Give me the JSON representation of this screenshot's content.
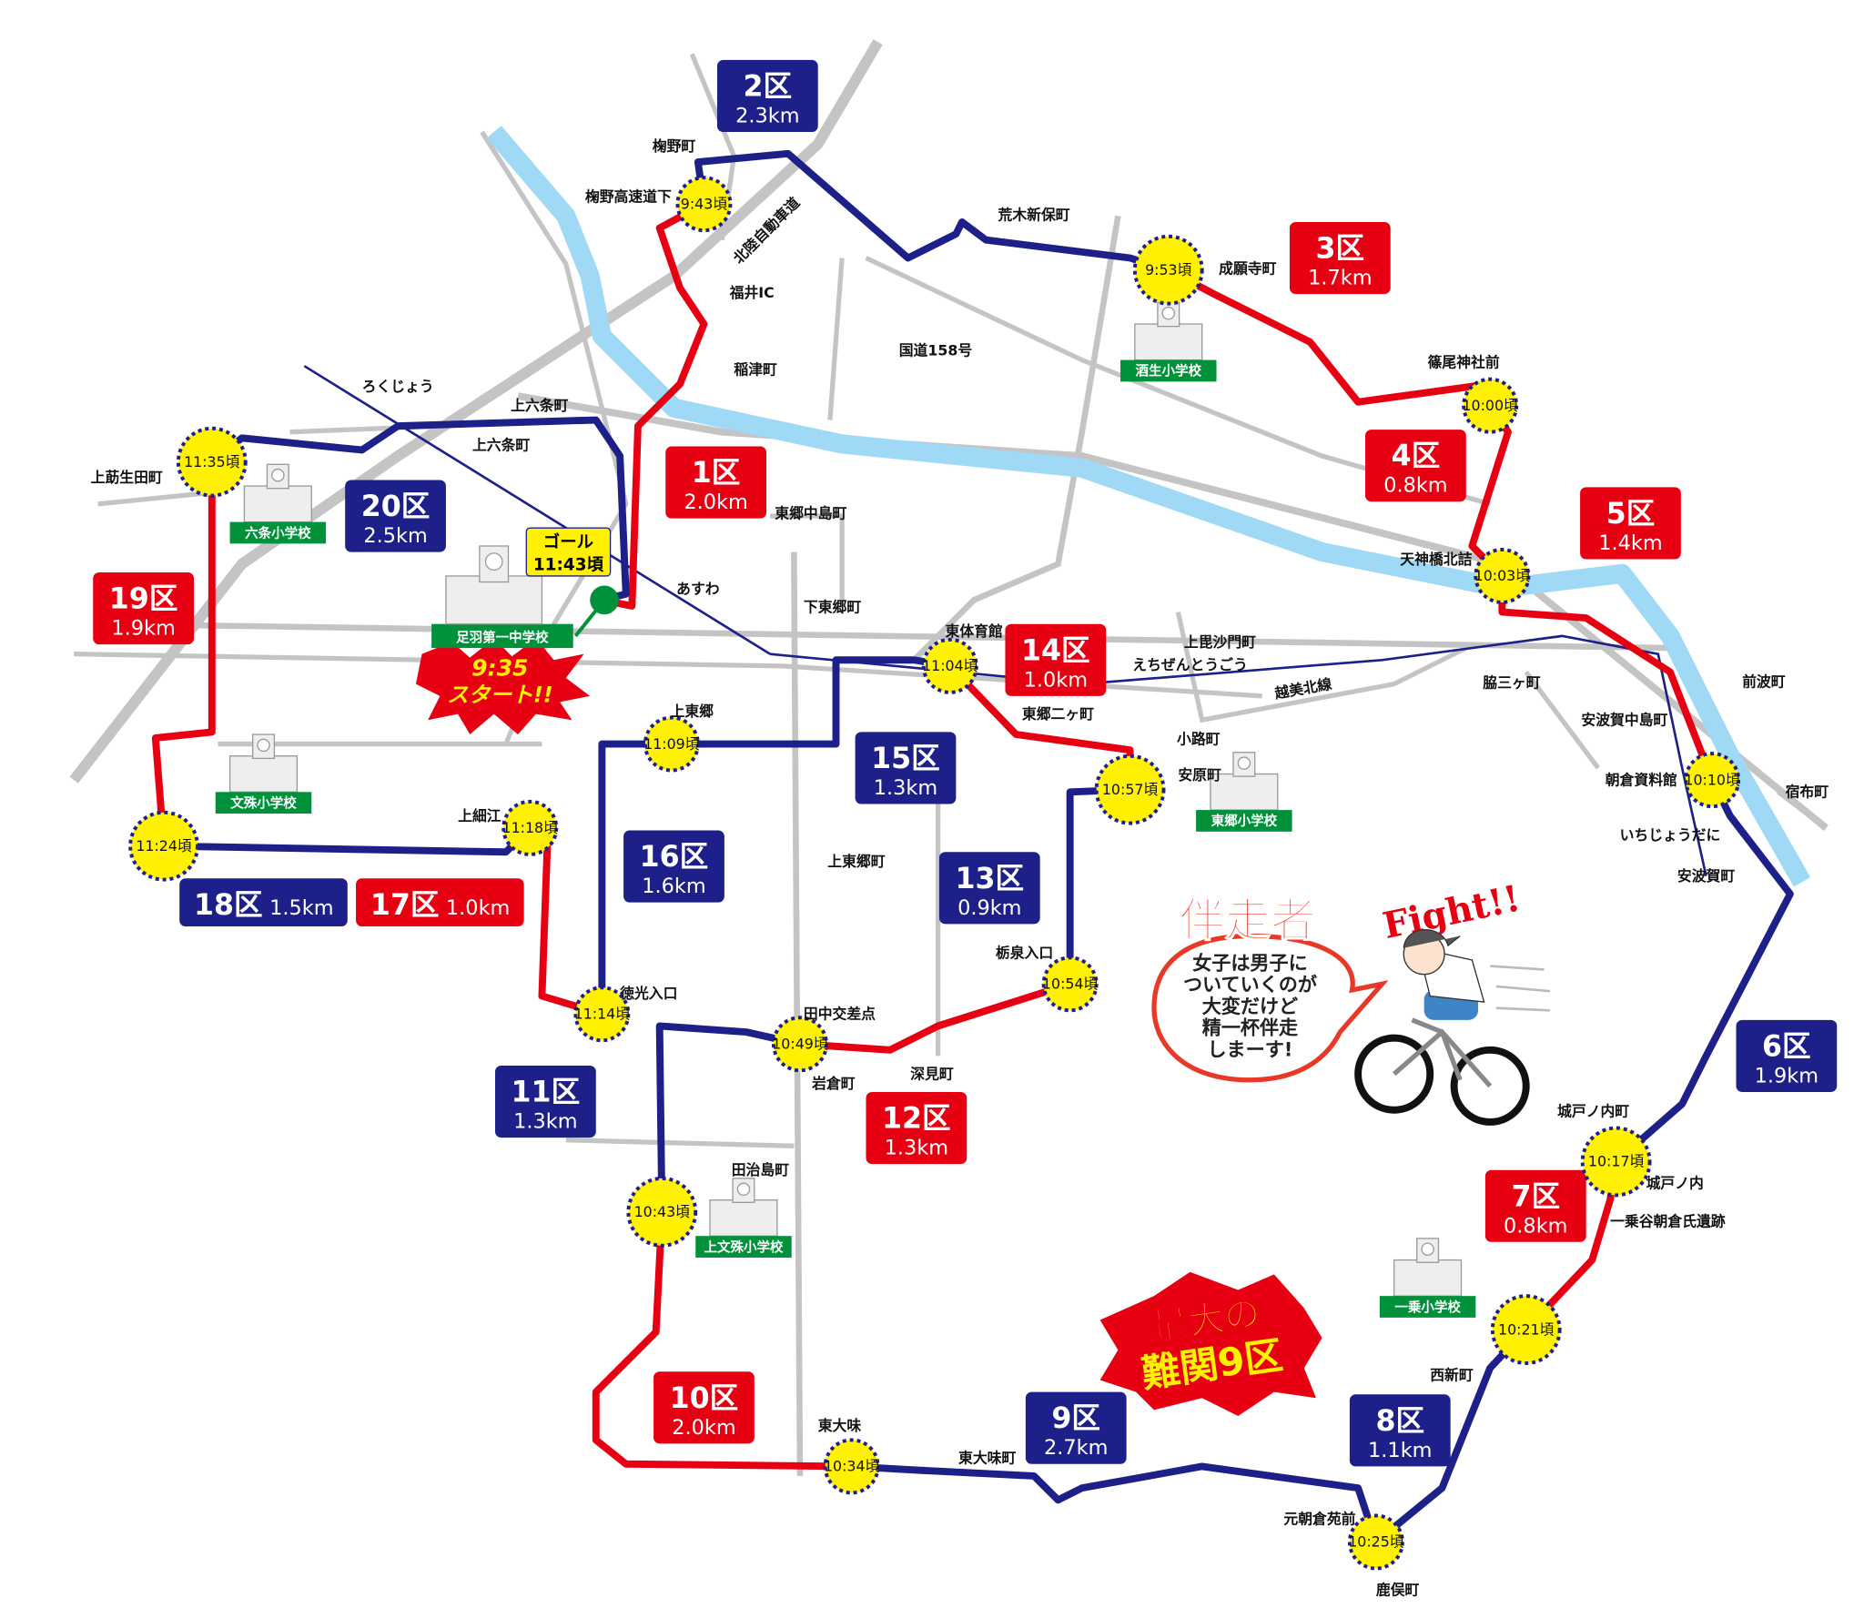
{
  "colors": {
    "red": "#e60012",
    "blue": "#1d2088",
    "yellow": "#fff100",
    "green": "#00913a",
    "river": "#9fd9f6",
    "road": "#c0c0c0"
  },
  "sections": [
    {
      "name": "1区",
      "distance": "2.0km",
      "color": "red"
    },
    {
      "name": "2区",
      "distance": "2.3km",
      "color": "blue"
    },
    {
      "name": "3区",
      "distance": "1.7km",
      "color": "red"
    },
    {
      "name": "4区",
      "distance": "0.8km",
      "color": "red"
    },
    {
      "name": "5区",
      "distance": "1.4km",
      "color": "red"
    },
    {
      "name": "6区",
      "distance": "1.9km",
      "color": "blue"
    },
    {
      "name": "7区",
      "distance": "0.8km",
      "color": "red"
    },
    {
      "name": "8区",
      "distance": "1.1km",
      "color": "blue"
    },
    {
      "name": "9区",
      "distance": "2.7km",
      "color": "blue"
    },
    {
      "name": "10区",
      "distance": "2.0km",
      "color": "red"
    },
    {
      "name": "11区",
      "distance": "1.3km",
      "color": "blue"
    },
    {
      "name": "12区",
      "distance": "1.3km",
      "color": "red"
    },
    {
      "name": "13区",
      "distance": "0.9km",
      "color": "blue"
    },
    {
      "name": "14区",
      "distance": "1.0km",
      "color": "red"
    },
    {
      "name": "15区",
      "distance": "1.3km",
      "color": "blue"
    },
    {
      "name": "16区",
      "distance": "1.6km",
      "color": "blue"
    },
    {
      "name": "17区",
      "distance": "1.0km",
      "color": "red"
    },
    {
      "name": "18区",
      "distance": "1.5km",
      "color": "blue"
    },
    {
      "name": "19区",
      "distance": "1.9km",
      "color": "red"
    },
    {
      "name": "20区",
      "distance": "2.5km",
      "color": "blue"
    }
  ],
  "checkpoints": [
    "9:43頃",
    "9:53頃",
    "10:00頃",
    "10:03頃",
    "10:10頃",
    "10:17頃",
    "10:21頃",
    "10:25頃",
    "10:34頃",
    "10:43頃",
    "10:49頃",
    "10:54頃",
    "10:57頃",
    "11:04頃",
    "11:09頃",
    "11:14頃",
    "11:18頃",
    "11:24頃",
    "11:35頃"
  ],
  "start": {
    "school": "足羽第一中学校",
    "time": "9:35",
    "label": "スタート!!"
  },
  "goal": {
    "label": "ゴール",
    "time": "11:43頃"
  },
  "schools": [
    "酒生小学校",
    "東郷小学校",
    "上文殊小学校",
    "一乗小学校",
    "文殊小学校",
    "六条小学校"
  ],
  "places": [
    "椈野町",
    "椈野高速道下",
    "北陸自動車道",
    "福井IC",
    "稲津町",
    "荒木新保町",
    "国道158号",
    "成願寺町",
    "篠尾神社前",
    "天神橋北詰",
    "前波町",
    "宿布町",
    "安波賀中島町",
    "朝倉資料館",
    "いちじょうだに",
    "安波賀町",
    "脇三ヶ町",
    "越美北線",
    "上毘沙門町",
    "えちぜんとうごう",
    "小路町",
    "安原町",
    "東郷二ヶ町",
    "東体育館",
    "東郷中島町",
    "下東郷町",
    "あすわ",
    "上六条町",
    "上六条町",
    "ろくじょう",
    "上莇生田町",
    "上東郷",
    "上細江",
    "上東郷町",
    "栃泉入口",
    "徳光入口",
    "田中交差点",
    "深見町",
    "岩倉町",
    "田治島町",
    "東大味",
    "東大味町",
    "元朝倉苑前",
    "鹿俣町",
    "西新町",
    "城戸ノ内町",
    "城戸ノ内",
    "一乗谷朝倉氏遺跡"
  ],
  "highlight": {
    "line1": "最大の",
    "line2": "難関9区"
  },
  "bubble": {
    "title": "伴走者",
    "lines": [
      "女子は男子に",
      "ついていくのが",
      "大変だけど",
      "精一杯伴走",
      "しまーす!"
    ]
  },
  "fight": "Fight!!"
}
